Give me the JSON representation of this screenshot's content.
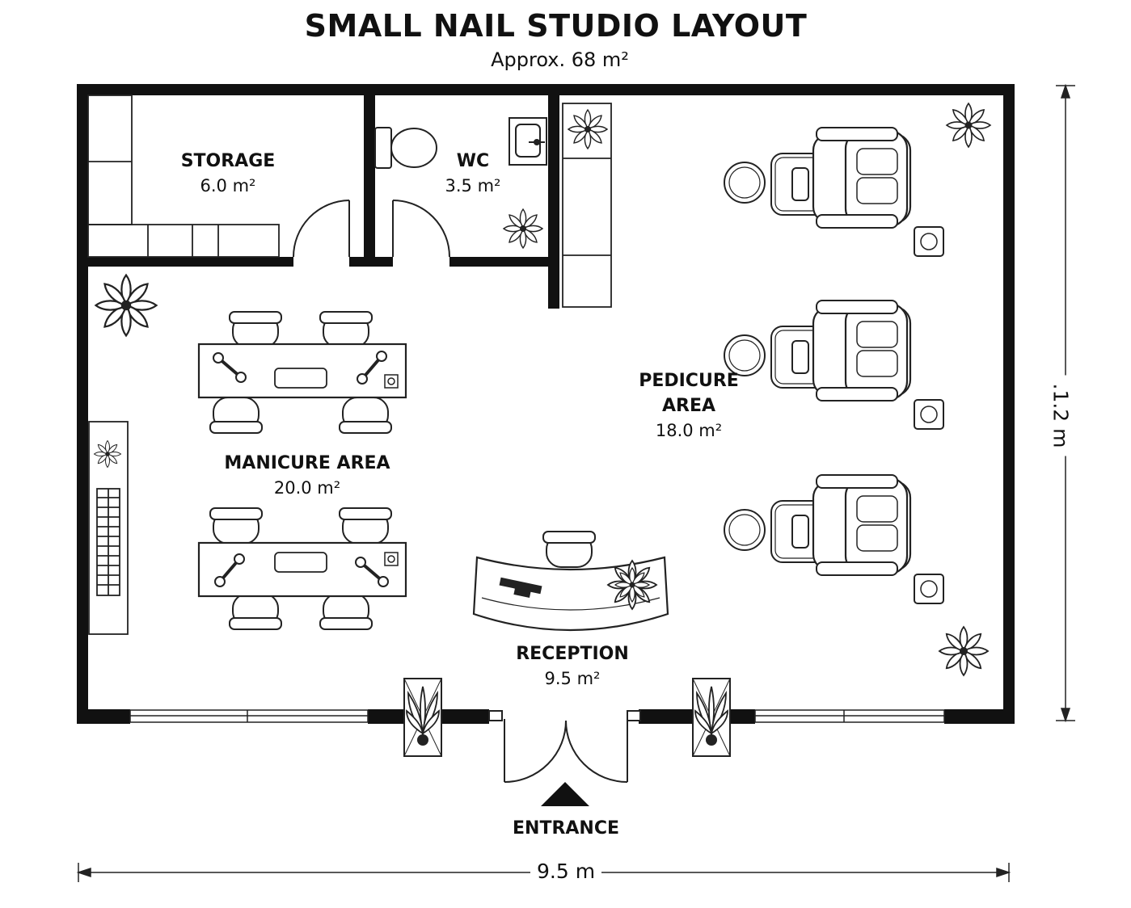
{
  "header": {
    "title": "SMALL NAIL STUDIO LAYOUT",
    "subtitle": "Approx. 68 m²"
  },
  "rooms": {
    "storage": {
      "name": "STORAGE",
      "area": "6.0 m²"
    },
    "wc": {
      "name": "WC",
      "area": "3.5 m²"
    },
    "pedicure": {
      "name_line1": "PEDICURE",
      "name_line2": "AREA",
      "area": "18.0 m²"
    },
    "manicure": {
      "name": "MANICURE AREA",
      "area": "20.0 m²"
    },
    "reception": {
      "name": "RECEPTION",
      "area": "9.5 m²"
    }
  },
  "entrance": {
    "label": "ENTRANCE"
  },
  "dimensions": {
    "width": "9.5 m",
    "height": ".1.2 m"
  },
  "colors": {
    "wall": "#111111",
    "line": "#222222",
    "background": "#ffffff"
  }
}
